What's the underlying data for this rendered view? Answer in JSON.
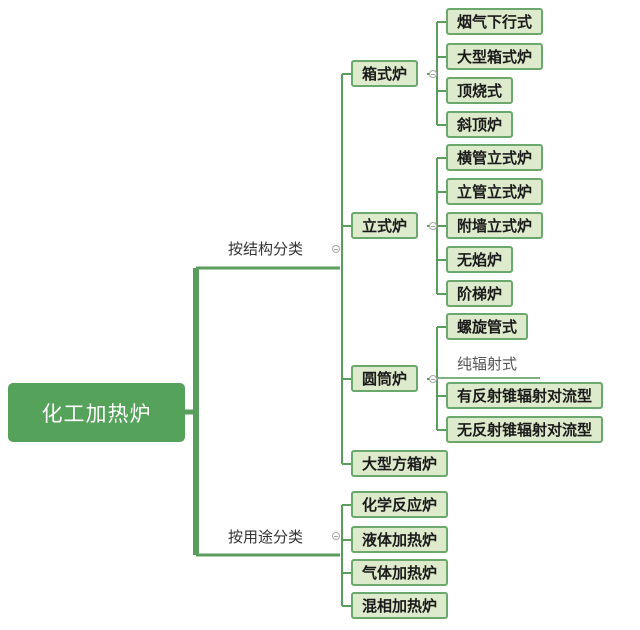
{
  "root": "化工加热炉",
  "branches": {
    "structure": {
      "label": "按结构分类",
      "box_furnace": {
        "label": "箱式炉",
        "items": [
          "烟气下行式",
          "大型箱式炉",
          "顶烧式",
          "斜顶炉"
        ]
      },
      "vertical_furnace": {
        "label": "立式炉",
        "items": [
          "横管立式炉",
          "立管立式炉",
          "附墙立式炉",
          "无焰炉",
          "阶梯炉"
        ]
      },
      "cylindrical_furnace": {
        "label": "圆筒炉",
        "spiral": "螺旋管式",
        "pure_radiant": "纯辐射式",
        "items": [
          "有反射锥辐射对流型",
          "无反射锥辐射对流型"
        ]
      },
      "large_square_box": "大型方箱炉"
    },
    "usage": {
      "label": "按用途分类",
      "items": [
        "化学反应炉",
        "液体加热炉",
        "气体加热炉",
        "混相加热炉"
      ]
    }
  },
  "colors": {
    "root_fill": "#55a25a",
    "box_fill": "#ddeacc",
    "box_border": "#6aa86e",
    "line": "#5a9e5e"
  }
}
